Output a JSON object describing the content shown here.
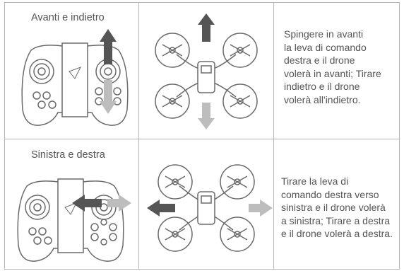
{
  "rows": [
    {
      "title": "Avanti e indietro",
      "description_lines": [
        "Spingere in avanti",
        "la leva di comando",
        "destra e il drone",
        "volerà in avanti; Tirare",
        "indietro e il drone",
        "volerà all'indietro."
      ],
      "movement": "forward-backward"
    },
    {
      "title": "Sinistra e destra",
      "description_lines": [
        "Tirare la leva di",
        "comando destra verso",
        "sinistra e il drone volerà",
        "a sinistra; Tirare a destra",
        "e il drone volerà a destra."
      ],
      "movement": "left-right"
    }
  ],
  "colors": {
    "grid": "#b5b5b5",
    "arrow_dark": "#555555",
    "arrow_light": "#bdbdbd",
    "text": "#555555"
  }
}
